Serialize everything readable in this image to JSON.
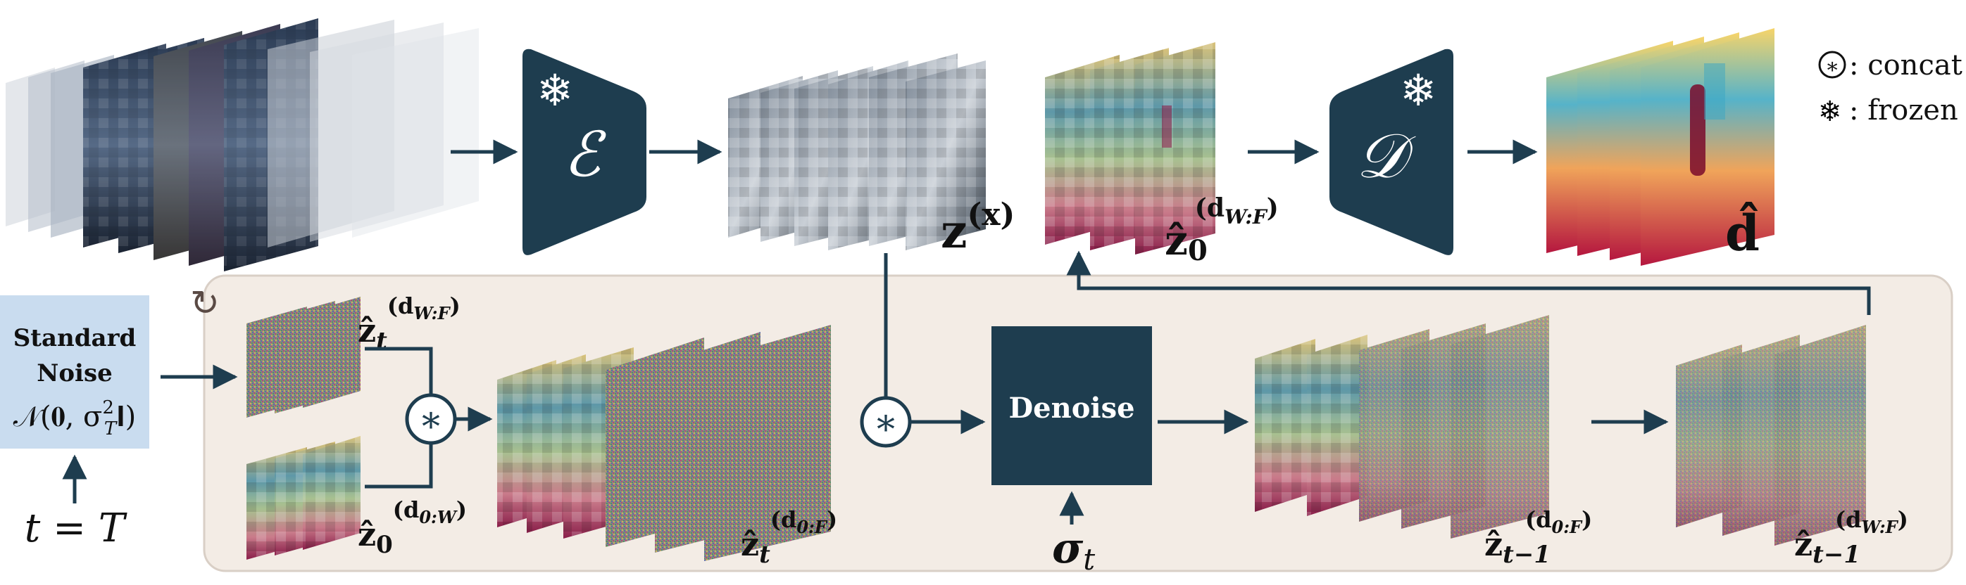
{
  "legend": {
    "concat_label": ": concat",
    "frozen_label": ": frozen"
  },
  "encoder": {
    "symbol": "ℰ"
  },
  "decoder": {
    "symbol": "𝒟"
  },
  "labels": {
    "z_x_main": "z",
    "z_x_sup": "(x)",
    "z0_wf_main": "ẑ",
    "z0_wf_sub": "0",
    "z0_wf_sup": "(d",
    "z0_wf_supsub": "W:F",
    "d_hat": "d̂",
    "zt_wf_main": "ẑ",
    "zt_wf_sub": "t",
    "zt_wf_sup": "(d",
    "zt_wf_supsub": "W:F",
    "z0_0w_main": "ẑ",
    "z0_0w_sub": "0",
    "z0_0w_sup": "(d",
    "z0_0w_supsub": "0:W",
    "zt_0f_main": "ẑ",
    "zt_0f_sub": "t",
    "zt_0f_sup": "(d",
    "zt_0f_supsub": "0:F",
    "ztm1_0f_main": "ẑ",
    "ztm1_0f_sub": "t−1",
    "ztm1_0f_sup": "(d",
    "ztm1_0f_supsub": "0:F",
    "ztm1_wf_main": "ẑ",
    "ztm1_wf_sub": "t−1",
    "ztm1_wf_sup": "(d",
    "ztm1_wf_supsub": "W:F",
    "sigma_main": "σ",
    "sigma_sub": "t",
    "t_eq_T": "t = T"
  },
  "noise_box": {
    "line1": "Standard",
    "line2": "Noise",
    "formula": "𝒩(𝟎, σ",
    "formula_sup": "2",
    "formula_sub": "T",
    "formula_end": "𝐈)"
  },
  "denoise": {
    "label": "Denoise"
  },
  "concat_symbol": "∗",
  "colors": {
    "dark_teal": "#1e3d4f",
    "panel_bg": "#f3ece5",
    "panel_border": "#d9cfc6",
    "noise_box": "#c9dcef",
    "arrow": "#1e3d4f"
  }
}
